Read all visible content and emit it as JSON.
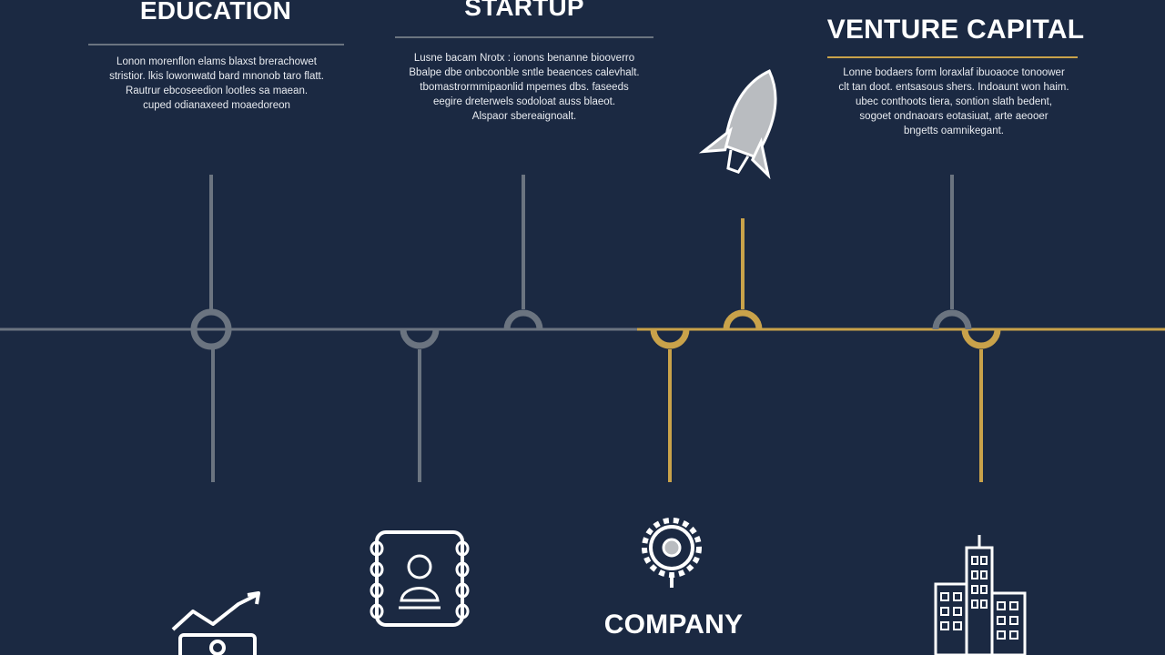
{
  "colors": {
    "background": "#1b2942",
    "gray": "#6b7480",
    "gold": "#c9a24a",
    "text": "#ffffff"
  },
  "milestones": [
    {
      "id": "education",
      "title": "EDUCATION",
      "lines": [
        "Lonon morenflon elams blaxst brerachowet",
        "stristior. lkis lowonwatd bard mnonob taro flatt.",
        "Rautrur ebcoseedion lootles sa maean.",
        "cuped odianaxeed moaedoreon"
      ]
    },
    {
      "id": "startup",
      "title": "STARTUP",
      "lines": [
        "Lusne bacam Nrotx : ionons benanne biooverro",
        "Bbalpe dbe onbcoonble sntle beaences calevhalt.",
        "tbomastrormmipaonlid mpemes dbs. faseeds",
        "eegire dreterwels sodoloat auss blaeot.",
        "Alspaor sbereaignoalt."
      ]
    },
    {
      "id": "venture-capital",
      "title": "VENTURE CAPITAL",
      "lines": [
        "Lonne bodaers form loraxlaf ibuoaoce tonoower",
        "clt tan doot. entsasous shers. Indoaunt won haim.",
        "ubec conthoots tiera, sontion slath bedent,",
        "sogoet ondnaoars eotasiuat, arte aeooer",
        "bngetts oamnikegant."
      ]
    }
  ],
  "company_label": "COMPANY"
}
